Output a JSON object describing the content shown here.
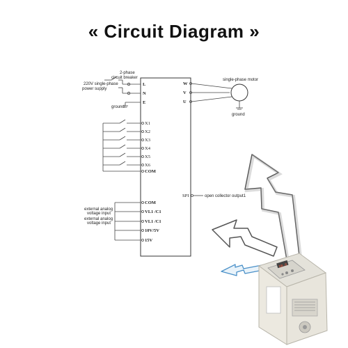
{
  "title": "« Circuit Diagram »",
  "input_side": {
    "breaker_label_1": "2-phase",
    "breaker_label_2": "circuit breaker",
    "supply_label_1": "220V single-phase",
    "supply_label_2": "power supply",
    "ground_label": "ground"
  },
  "power_terminals": [
    "L",
    "N",
    "E"
  ],
  "digital_inputs": [
    "X1",
    "X2",
    "X3",
    "X4",
    "X5",
    "X6",
    "COM"
  ],
  "analog_terminals": [
    "COM",
    "VL1 /C1",
    "VL1 /C1",
    "10V/5V",
    "15V"
  ],
  "analog_labels": {
    "input_1_line1": "external analog",
    "input_1_line2": "voltage input",
    "input_2_line1": "external analog",
    "input_2_line2": "voltage input"
  },
  "output_terminals": [
    "W",
    "V",
    "U"
  ],
  "motor_label": "single-phase motor",
  "motor_ground_label": "ground",
  "spi_terminal": "SPI",
  "spi_label": "open collector output1",
  "device_keypad_text": "5B.0"
}
